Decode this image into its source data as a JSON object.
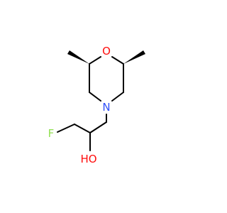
{
  "molecule": {
    "atoms": {
      "oxygen_ring": "O",
      "nitrogen_ring": "N",
      "fluorine": "F",
      "hydroxyl": "HO"
    },
    "colors": {
      "oxygen": "#ff0d0d",
      "nitrogen": "#3050f8",
      "fluorine": "#90e050",
      "bond": "#000000"
    }
  }
}
